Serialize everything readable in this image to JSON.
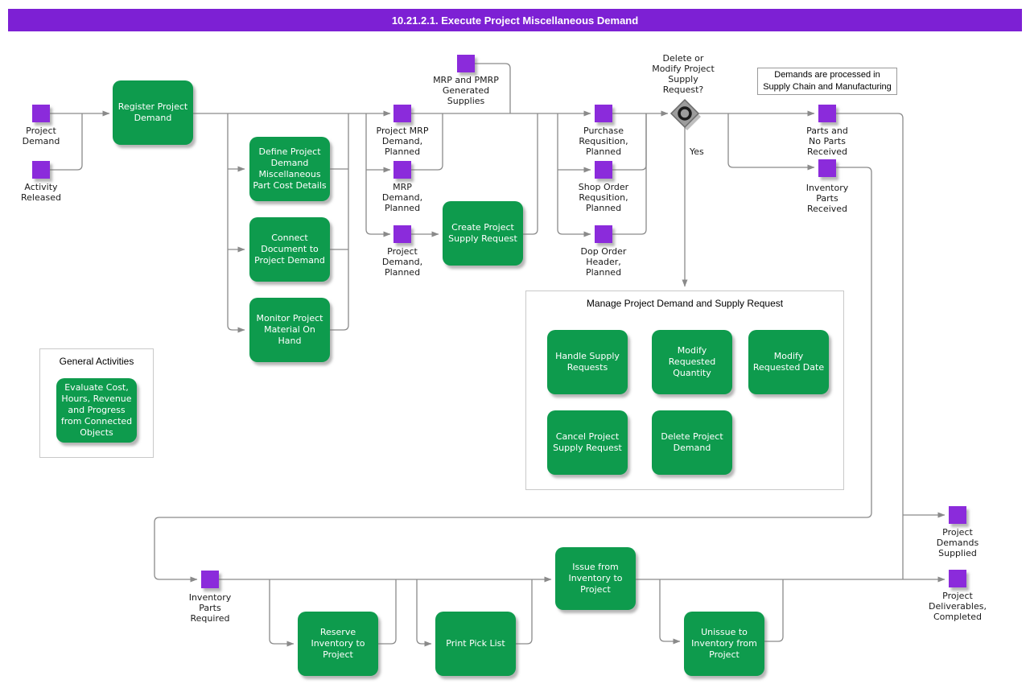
{
  "title_bar": {
    "text": "10.21.2.1. Execute Project Miscellaneous Demand"
  },
  "colors": {
    "title_bar_purple": "#7d20d4",
    "event_purple": "#8b2bdb",
    "activity_green": "#0e9b4d",
    "connector_gray": "#8a8a8a",
    "gateway_gray": "#9c9c9c"
  },
  "gateway": {
    "question": "Delete or\nModify Project\nSupply\nRequest?",
    "yes_label": "Yes"
  },
  "note_demands": {
    "text": "Demands are processed in\nSupply Chain and Manufacturing"
  },
  "containers": {
    "manage": {
      "title": "Manage Project Demand and Supply Request"
    },
    "general": {
      "title": "General Activities"
    }
  },
  "activities": {
    "register": {
      "label": "Register Project\nDemand"
    },
    "define": {
      "label": "Define Project\nDemand\nMiscellaneous\nPart Cost Details"
    },
    "connect": {
      "label": "Connect\nDocument to\nProject Demand"
    },
    "monitor": {
      "label": "Monitor Project\nMaterial On\nHand"
    },
    "create_supply": {
      "label": "Create Project\nSupply Request"
    },
    "handle_supply": {
      "label": "Handle Supply\nRequests"
    },
    "modify_quantity": {
      "label": "Modify\nRequested\nQuantity"
    },
    "modify_date": {
      "label": "Modify\nRequested Date"
    },
    "cancel_supply": {
      "label": "Cancel Project\nSupply Request"
    },
    "delete_demand": {
      "label": "Delete Project\nDemand"
    },
    "evaluate": {
      "label": "Evaluate Cost,\nHours, Revenue\nand Progress\nfrom Connected\nObjects"
    },
    "reserve": {
      "label": "Reserve\nInventory to\nProject"
    },
    "print_pick_list": {
      "label": "Print Pick List"
    },
    "issue": {
      "label": "Issue from\nInventory to\nProject"
    },
    "unissue": {
      "label": "Unissue to\nInventory from\nProject"
    }
  },
  "events": {
    "project_demand": {
      "label": "Project\nDemand"
    },
    "activity_released": {
      "label": "Activity\nReleased"
    },
    "mrp_pmrp_supplies": {
      "label": "MRP and PMRP\nGenerated\nSupplies"
    },
    "project_mrp_planned": {
      "label": "Project MRP\nDemand,\nPlanned"
    },
    "mrp_planned": {
      "label": "MRP\nDemand,\nPlanned"
    },
    "project_demand_planned": {
      "label": "Project\nDemand,\nPlanned"
    },
    "purchase_req_planned": {
      "label": "Purchase\nRequsition,\nPlanned"
    },
    "shop_order_planned": {
      "label": "Shop Order\nRequsition,\nPlanned"
    },
    "dop_order_planned": {
      "label": "Dop Order\nHeader,\nPlanned"
    },
    "parts_no_parts_received": {
      "label": "Parts and\nNo Parts\nReceived"
    },
    "inventory_parts_received": {
      "label": "Inventory\nParts\nReceived"
    },
    "inventory_parts_required": {
      "label": "Inventory\nParts\nRequired"
    },
    "project_demands_supplied": {
      "label": "Project\nDemands\nSupplied"
    },
    "project_deliverables_completed": {
      "label": "Project\nDeliverables,\nCompleted"
    }
  }
}
